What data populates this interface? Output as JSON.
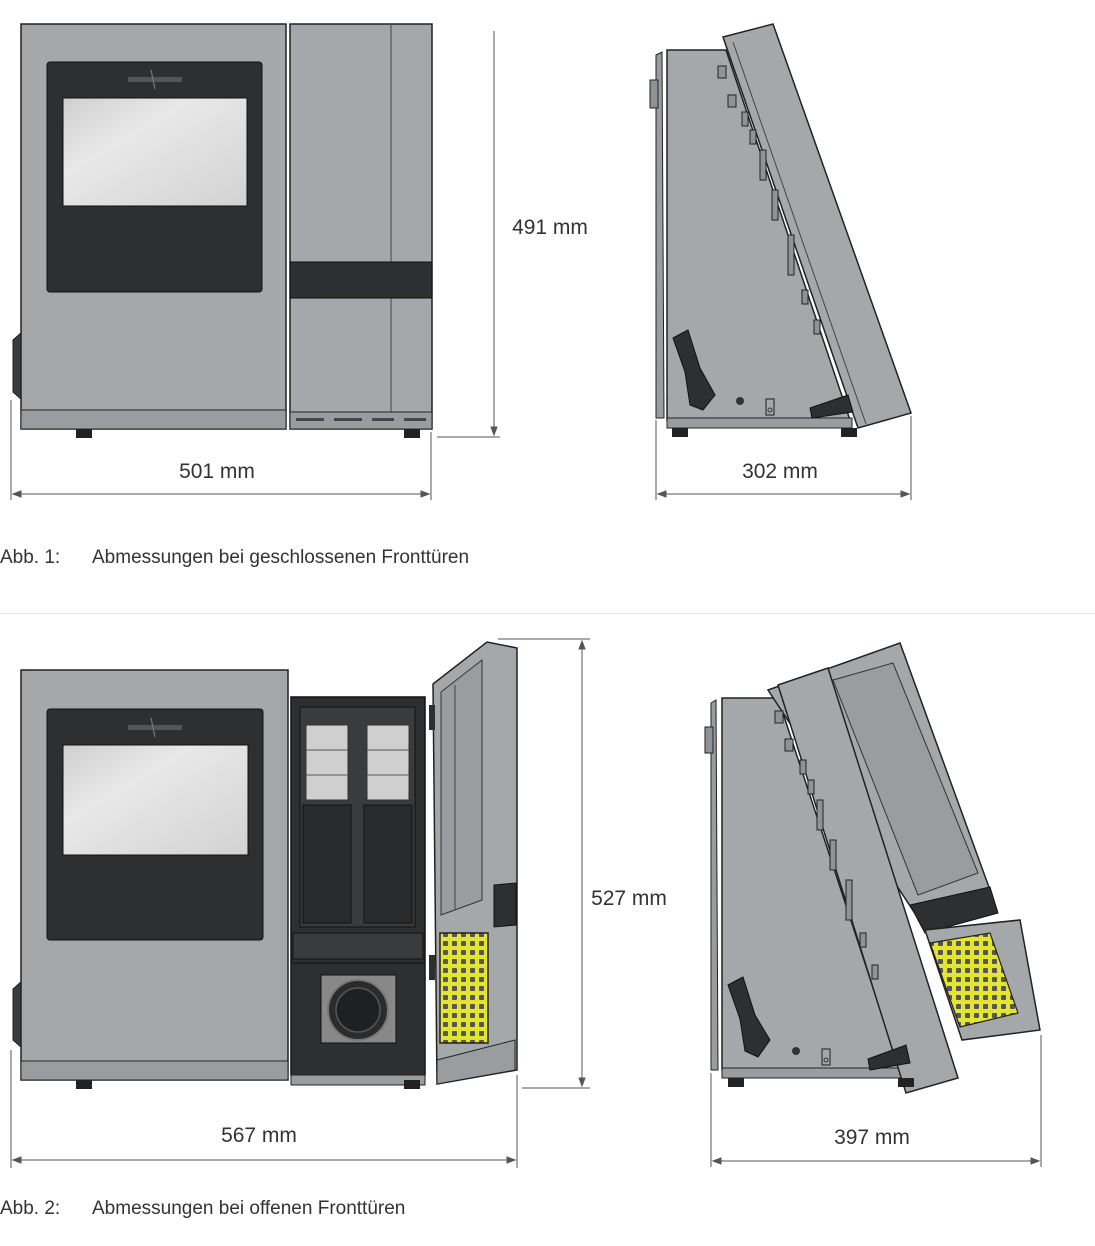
{
  "figures": [
    {
      "dimensions": {
        "width_front": "501 mm",
        "height": "491 mm",
        "depth": "302 mm"
      },
      "caption": {
        "number": "Abb. 1:",
        "text": "Abmessungen bei geschlossenen Fronttüren"
      }
    },
    {
      "dimensions": {
        "width_front": "567 mm",
        "height": "527 mm",
        "depth": "397 mm"
      },
      "caption": {
        "number": "Abb. 2:",
        "text": "Abmessungen bei offenen Fronttüren"
      }
    }
  ],
  "colors": {
    "housing": "#a5a8ab",
    "housing_dark": "#8f9396",
    "bezel": "#2e2f30",
    "screen": "#d8d8d8",
    "tray": "#e4e432",
    "outline": "#222222"
  }
}
